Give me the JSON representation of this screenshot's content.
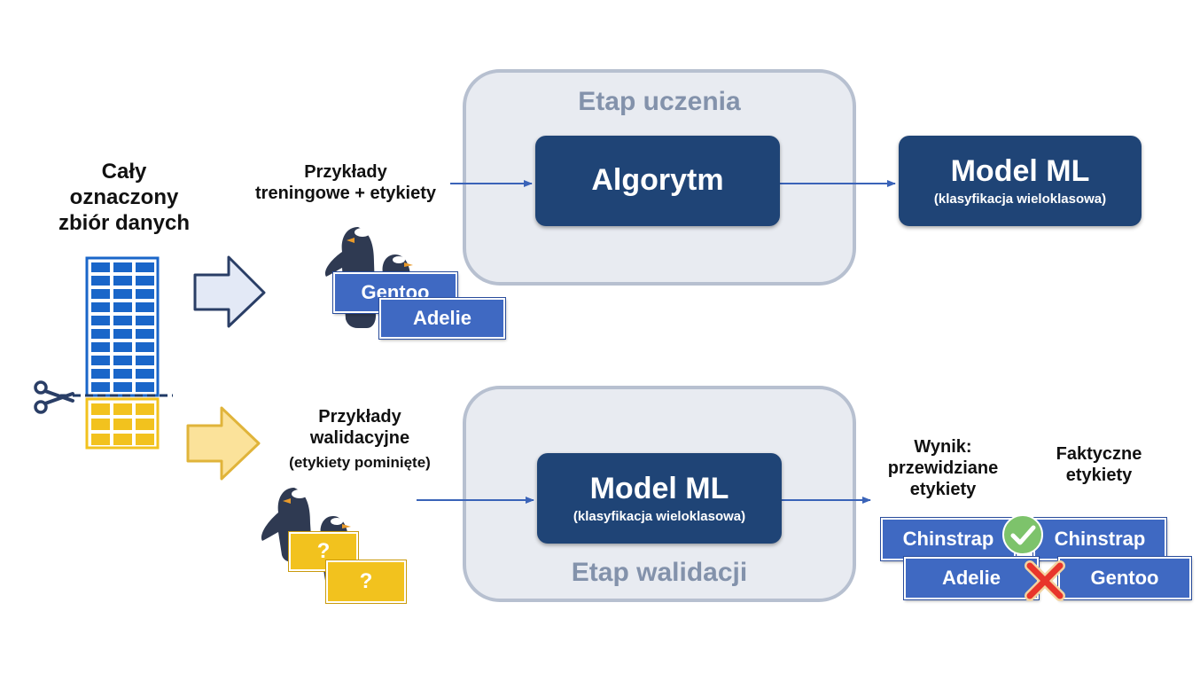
{
  "dataset": {
    "title": "Cały\noznaczony\nzbiór danych"
  },
  "training": {
    "caption": "Przykłady\ntreningowe + etykiety",
    "labels": [
      "Gentoo",
      "Adelie"
    ],
    "stage_title": "Etap uczenia",
    "algorithm": "Algorytm",
    "model_title": "Model ML",
    "model_subtitle": "(klasyfikacja wieloklasowa)"
  },
  "validation": {
    "caption_main": "Przykłady\nwalidacyjne",
    "caption_sub": "(etykiety pominięte)",
    "unknown_labels": [
      "?",
      "?"
    ],
    "stage_title": "Etap walidacji",
    "model_title": "Model ML",
    "model_subtitle": "(klasyfikacja wieloklasowa)"
  },
  "results": {
    "predicted_caption": "Wynik:\nprzewidziane\netykiety",
    "actual_caption": "Faktyczne\netykiety",
    "rows": [
      {
        "predicted": "Chinstrap",
        "actual": "Chinstrap",
        "match": true
      },
      {
        "predicted": "Adelie",
        "actual": "Gentoo",
        "match": false
      }
    ]
  },
  "colors": {
    "model_box": "#1f4476",
    "stage_panel": "#e8ebf1",
    "label_blue": "#3f69c2",
    "grid_blue": "#1a66c9",
    "grid_yellow": "#f2c21e",
    "check_green": "#7dc36b",
    "cross_red": "#e8352b"
  }
}
